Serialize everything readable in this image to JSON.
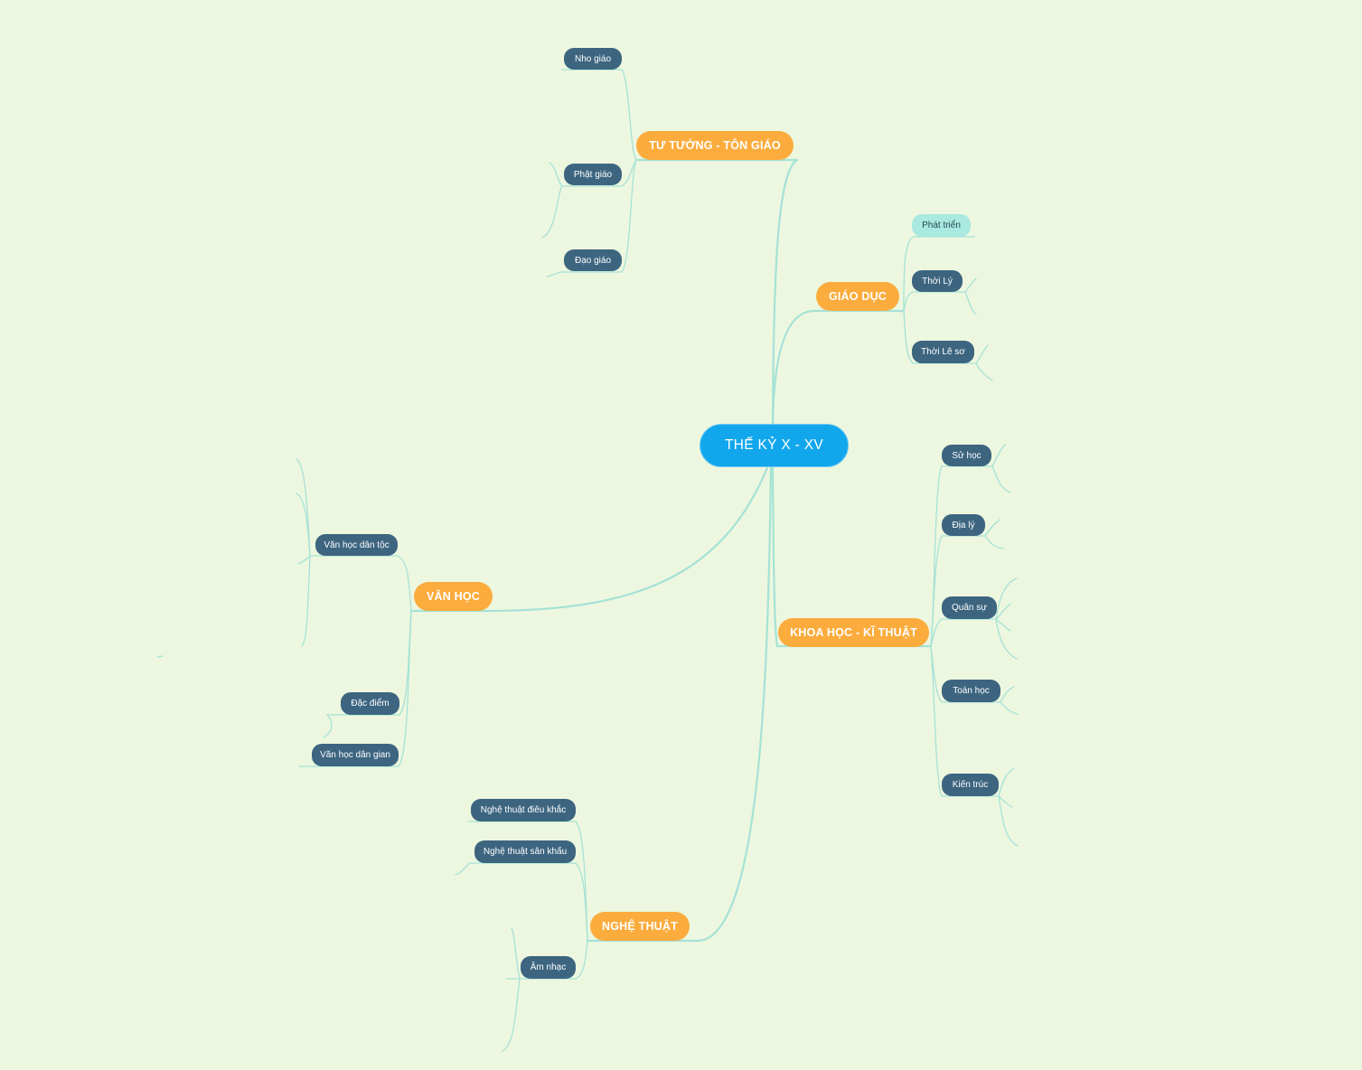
{
  "root": {
    "label": "THẾ KỶ X - XV"
  },
  "branches": {
    "tu_tuong": {
      "label": "TƯ TƯỞNG - TÔN GIÁO",
      "children": [
        "Nho giáo",
        "Phật giáo",
        "Đạo giáo"
      ]
    },
    "giao_duc": {
      "label": "GIÁO DỤC",
      "children": [
        "Phát triển",
        "Thời Lý",
        "Thời Lê sơ"
      ]
    },
    "khoa_hoc": {
      "label": "KHOA HỌC - KĨ THUẬT",
      "children": [
        "Sử học",
        "Địa lý",
        "Quân sự",
        "Toán học",
        "Kiến trúc"
      ]
    },
    "van_hoc": {
      "label": "VĂN HỌC",
      "children": [
        "Văn học dân tộc",
        "Đặc điểm",
        "Văn học dân gian"
      ]
    },
    "nghe_thuat": {
      "label": "NGHỆ THUẬT",
      "children": [
        "Nghệ thuật điêu khắc",
        "Nghệ thuật sân khấu",
        "Âm nhạc"
      ]
    }
  },
  "colors": {
    "background": "#edf7df",
    "root": "#12a7ec",
    "main_topic": "#fbac3d",
    "subtopic": "#3d6580",
    "subtopic_highlight": "#a9e9df",
    "connector": "#a5e2d6"
  }
}
